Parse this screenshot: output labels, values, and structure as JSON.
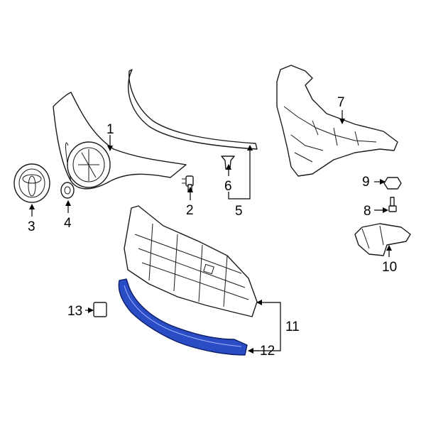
{
  "callouts": [
    {
      "id": "1",
      "text": "1"
    },
    {
      "id": "2",
      "text": "2"
    },
    {
      "id": "3",
      "text": "3"
    },
    {
      "id": "4",
      "text": "4"
    },
    {
      "id": "5",
      "text": "5"
    },
    {
      "id": "6",
      "text": "6"
    },
    {
      "id": "7",
      "text": "7"
    },
    {
      "id": "8",
      "text": "8"
    },
    {
      "id": "9",
      "text": "9"
    },
    {
      "id": "10",
      "text": "10"
    },
    {
      "id": "11",
      "text": "11"
    },
    {
      "id": "12",
      "text": "12"
    },
    {
      "id": "13",
      "text": "13"
    }
  ],
  "colors": {
    "highlight": "#2a4cc4",
    "line": "#1a1a1a",
    "background": "#ffffff"
  }
}
